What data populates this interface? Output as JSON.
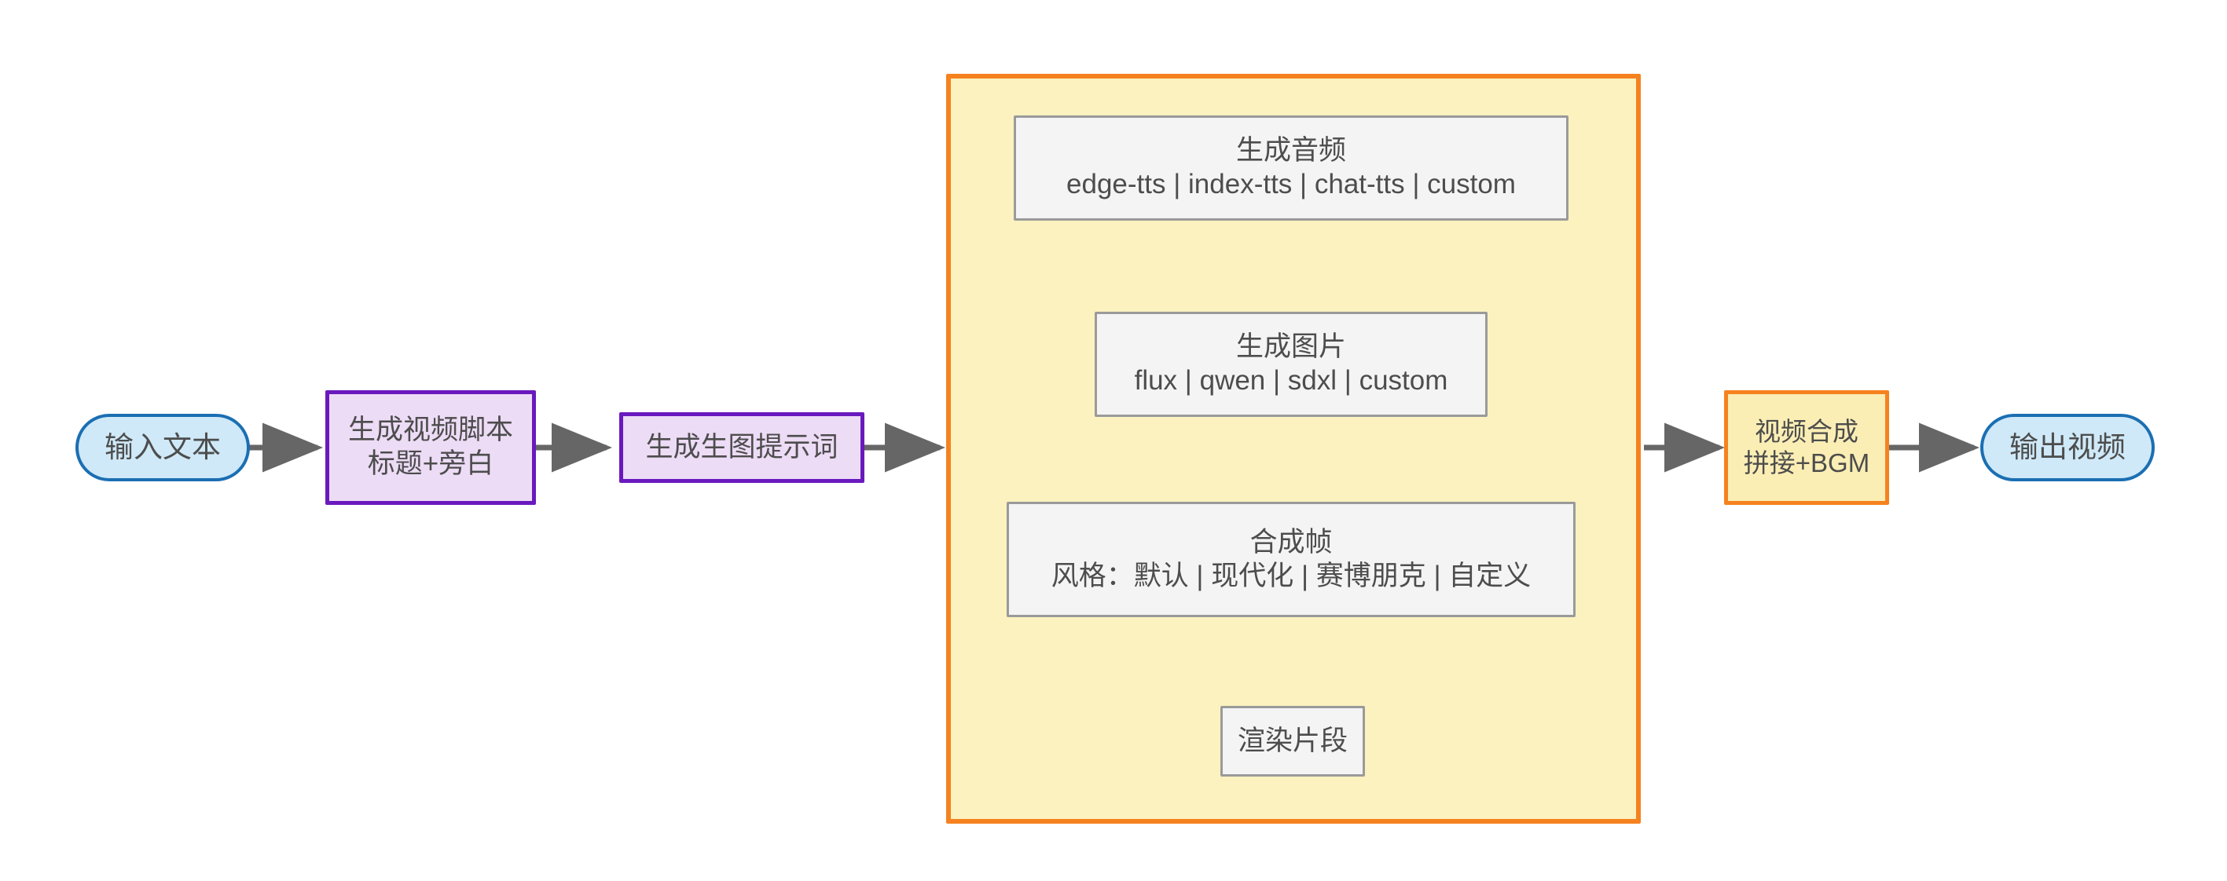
{
  "diagram": {
    "title": "AI video generation pipeline flowchart",
    "colors": {
      "background": "#ffffff",
      "terminal_fill": "#cfe9f8",
      "terminal_stroke": "#1b6fb3",
      "process_fill": "#eddcf6",
      "process_stroke": "#6a19be",
      "highlight_fill": "#fbeeb5",
      "highlight_stroke": "#f5821f",
      "plain_fill": "#f4f4f4",
      "plain_stroke": "#9a9a9a",
      "subgraph_fill": "#fbf2bf",
      "subgraph_stroke": "#f5821f",
      "edge_stroke": "#666666",
      "text": "#4d4d4d"
    }
  },
  "nodes": {
    "input_text": {
      "label": "输入文本",
      "shape": "stadium"
    },
    "script": {
      "line1": "生成视频脚本",
      "line2": "标题+旁白",
      "shape": "rect"
    },
    "prompt": {
      "line1": "生成生图提示词",
      "shape": "rect"
    },
    "audio": {
      "line1": "生成音频",
      "line2": "edge-tts | index-tts | chat-tts | custom",
      "shape": "rect"
    },
    "image": {
      "line1": "生成图片",
      "line2": "flux | qwen | sdxl | custom",
      "shape": "rect"
    },
    "frame": {
      "line1": "合成帧",
      "line2": "风格：默认 | 现代化 | 赛博朋克 | 自定义",
      "shape": "rect"
    },
    "render": {
      "line1": "渲染片段",
      "shape": "rect"
    },
    "compose": {
      "line1": "视频合成",
      "line2": "拼接+BGM",
      "shape": "rect"
    },
    "output_video": {
      "label": "输出视频",
      "shape": "stadium"
    }
  },
  "edges": [
    {
      "from": "input_text",
      "to": "script",
      "direction": "right"
    },
    {
      "from": "script",
      "to": "prompt",
      "direction": "right"
    },
    {
      "from": "prompt",
      "to": "subgraph",
      "direction": "right"
    },
    {
      "from": "audio",
      "to": "image",
      "direction": "down"
    },
    {
      "from": "image",
      "to": "frame",
      "direction": "down"
    },
    {
      "from": "frame",
      "to": "render",
      "direction": "down"
    },
    {
      "from": "subgraph",
      "to": "compose",
      "direction": "right"
    },
    {
      "from": "compose",
      "to": "output_video",
      "direction": "right"
    }
  ]
}
